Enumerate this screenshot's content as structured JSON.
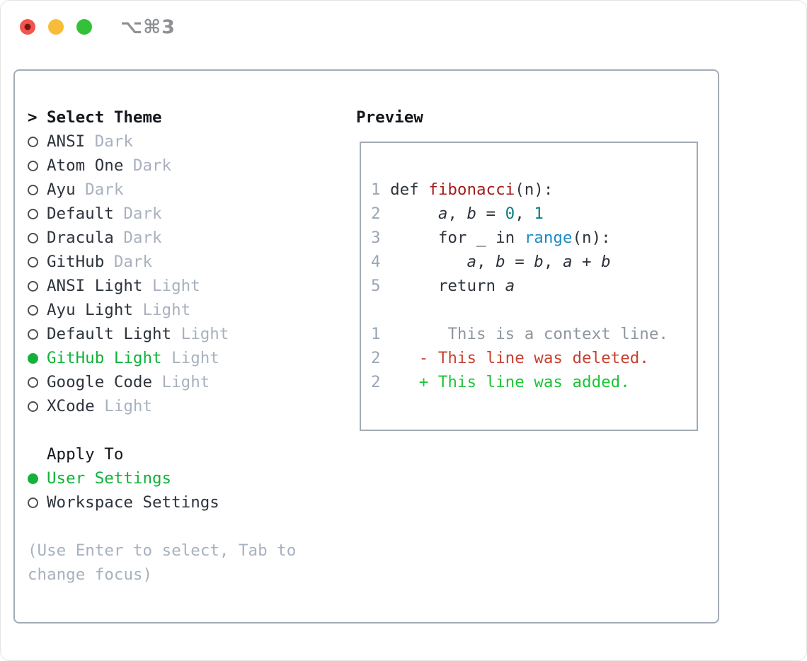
{
  "titlebar": {
    "title": "⌥⌘3"
  },
  "theme_picker": {
    "header_prefix": ">",
    "header": "Select Theme",
    "themes": [
      {
        "name": "ANSI",
        "variant": "Dark",
        "selected": false
      },
      {
        "name": "Atom One",
        "variant": "Dark",
        "selected": false
      },
      {
        "name": "Ayu",
        "variant": "Dark",
        "selected": false
      },
      {
        "name": "Default",
        "variant": "Dark",
        "selected": false
      },
      {
        "name": "Dracula",
        "variant": "Dark",
        "selected": false
      },
      {
        "name": "GitHub",
        "variant": "Dark",
        "selected": false
      },
      {
        "name": "ANSI Light",
        "variant": "Light",
        "selected": false
      },
      {
        "name": "Ayu Light",
        "variant": "Light",
        "selected": false
      },
      {
        "name": "Default Light",
        "variant": "Light",
        "selected": false
      },
      {
        "name": "GitHub Light",
        "variant": "Light",
        "selected": true
      },
      {
        "name": "Google Code",
        "variant": "Light",
        "selected": false
      },
      {
        "name": "XCode",
        "variant": "Light",
        "selected": false
      }
    ],
    "apply_to": {
      "header": "Apply To",
      "options": [
        {
          "label": "User Settings",
          "selected": true
        },
        {
          "label": "Workspace Settings",
          "selected": false
        }
      ]
    },
    "hint_lines": [
      "(Use Enter to select, Tab to",
      "change focus)"
    ]
  },
  "preview": {
    "header": "Preview",
    "code_lines": [
      [
        {
          "t": "1",
          "s": "ln"
        },
        {
          "t": " def ",
          "s": "plain"
        },
        {
          "t": "fibonacci",
          "s": "fn"
        },
        {
          "t": "(n):",
          "s": "plain"
        }
      ],
      [
        {
          "t": "2",
          "s": "ln"
        },
        {
          "t": "      ",
          "s": "plain"
        },
        {
          "t": "a",
          "s": "var"
        },
        {
          "t": ", ",
          "s": "plain"
        },
        {
          "t": "b",
          "s": "var"
        },
        {
          "t": " = ",
          "s": "plain"
        },
        {
          "t": "0",
          "s": "num"
        },
        {
          "t": ", ",
          "s": "plain"
        },
        {
          "t": "1",
          "s": "num"
        }
      ],
      [
        {
          "t": "3",
          "s": "ln"
        },
        {
          "t": "      for _ in ",
          "s": "plain"
        },
        {
          "t": "range",
          "s": "builtin"
        },
        {
          "t": "(n):",
          "s": "plain"
        }
      ],
      [
        {
          "t": "4",
          "s": "ln"
        },
        {
          "t": "         ",
          "s": "plain"
        },
        {
          "t": "a",
          "s": "var"
        },
        {
          "t": ", ",
          "s": "plain"
        },
        {
          "t": "b",
          "s": "var"
        },
        {
          "t": " = ",
          "s": "plain"
        },
        {
          "t": "b",
          "s": "var"
        },
        {
          "t": ", ",
          "s": "plain"
        },
        {
          "t": "a",
          "s": "var"
        },
        {
          "t": " + ",
          "s": "plain"
        },
        {
          "t": "b",
          "s": "var"
        }
      ],
      [
        {
          "t": "5",
          "s": "ln"
        },
        {
          "t": "      return ",
          "s": "plain"
        },
        {
          "t": "a",
          "s": "var"
        }
      ],
      [],
      [
        {
          "t": "1",
          "s": "ln"
        },
        {
          "t": "       ",
          "s": "plain"
        },
        {
          "t": "This is a context line.",
          "s": "ctx"
        }
      ],
      [
        {
          "t": "2",
          "s": "ln"
        },
        {
          "t": "    ",
          "s": "plain"
        },
        {
          "t": "- This line was deleted.",
          "s": "del"
        }
      ],
      [
        {
          "t": "2",
          "s": "ln"
        },
        {
          "t": "    ",
          "s": "plain"
        },
        {
          "t": "+ This line was added.",
          "s": "add"
        }
      ]
    ]
  },
  "colors": {
    "ink": "#2e343c",
    "ink-strong": "#14171c",
    "muted": "#a8b1bf",
    "linenum": "#9ba6b4",
    "ctx-gray": "#8e969f",
    "ring": "#4a5158",
    "green": "#12b23a",
    "addgreen": "#1dc437",
    "red": "#c8402f",
    "darkred": "#a31b1b",
    "teal": "#0e7e80",
    "blue": "#1e8ac6",
    "border-gray": "#a3abb5",
    "title-gray": "#8e9094",
    "traffic-red": "#f4544d",
    "traffic-red-dot": "#731712",
    "traffic-yellow": "#f7bd39",
    "traffic-green": "#33c137"
  }
}
